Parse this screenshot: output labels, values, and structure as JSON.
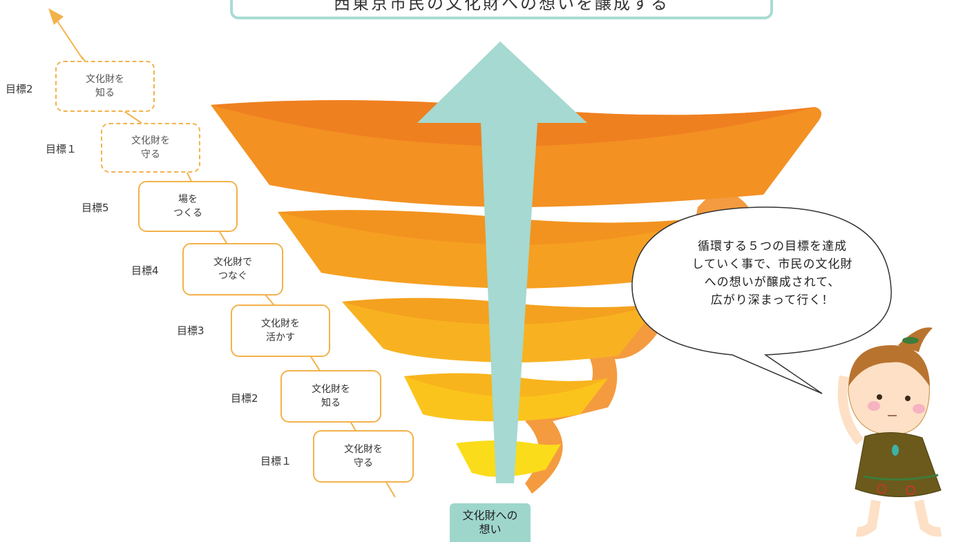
{
  "title": "西東京市民の文化財への想いを醸成する",
  "goals_lower": [
    {
      "label": "目標１",
      "line1": "文化財を",
      "line2": "守る"
    },
    {
      "label": "目標2",
      "line1": "文化財を",
      "line2": "知る"
    },
    {
      "label": "目標3",
      "line1": "文化財を",
      "line2": "活かす"
    },
    {
      "label": "目標4",
      "line1": "文化財で",
      "line2": "つなぐ"
    },
    {
      "label": "目標5",
      "line1": "場を",
      "line2": "つくる"
    }
  ],
  "goals_upper": [
    {
      "label": "目標１",
      "line1": "文化財を",
      "line2": "守る"
    },
    {
      "label": "目標2",
      "line1": "文化財を",
      "line2": "知る"
    }
  ],
  "speech": {
    "line1": "循環する５つの目標を達成",
    "line2": "していく事で、市民の文化財",
    "line3": "への想いが醸成されて、",
    "line4": "広がり深まって行く！"
  },
  "base": {
    "line1": "文化財への",
    "line2": "想い"
  },
  "colors": {
    "title_border": "#a8dcd2",
    "arrow": "#a5d9d1",
    "goal_border": "#f2b24a",
    "spiral_top": "#f28a1e",
    "spiral_bottom": "#fbd21a"
  }
}
